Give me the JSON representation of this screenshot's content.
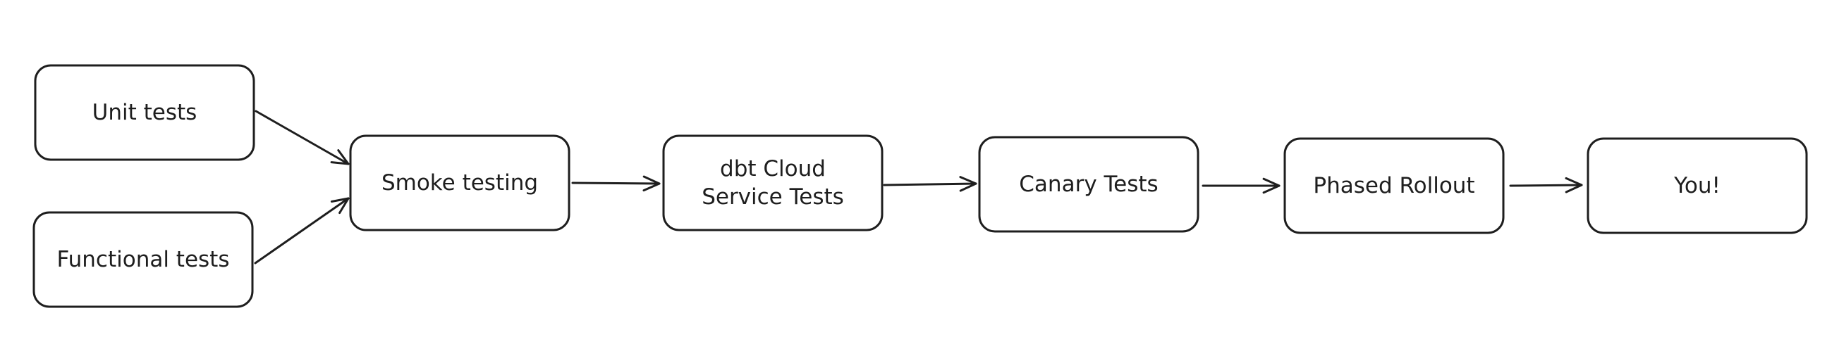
{
  "diagram": {
    "nodes": [
      {
        "id": "unit",
        "lines": [
          "Unit tests"
        ]
      },
      {
        "id": "functional",
        "lines": [
          "Functional tests"
        ]
      },
      {
        "id": "smoke",
        "lines": [
          "Smoke testing"
        ]
      },
      {
        "id": "dbt",
        "lines": [
          "dbt Cloud",
          "Service Tests"
        ]
      },
      {
        "id": "canary",
        "lines": [
          "Canary Tests"
        ]
      },
      {
        "id": "phased",
        "lines": [
          "Phased Rollout"
        ]
      },
      {
        "id": "you",
        "lines": [
          "You!"
        ]
      }
    ],
    "edges": [
      {
        "from": "unit",
        "to": "smoke"
      },
      {
        "from": "functional",
        "to": "smoke"
      },
      {
        "from": "smoke",
        "to": "dbt"
      },
      {
        "from": "dbt",
        "to": "canary"
      },
      {
        "from": "canary",
        "to": "phased"
      },
      {
        "from": "phased",
        "to": "you"
      }
    ],
    "stroke_color": "#1e1e1e",
    "fill_color": "#ffffff"
  }
}
